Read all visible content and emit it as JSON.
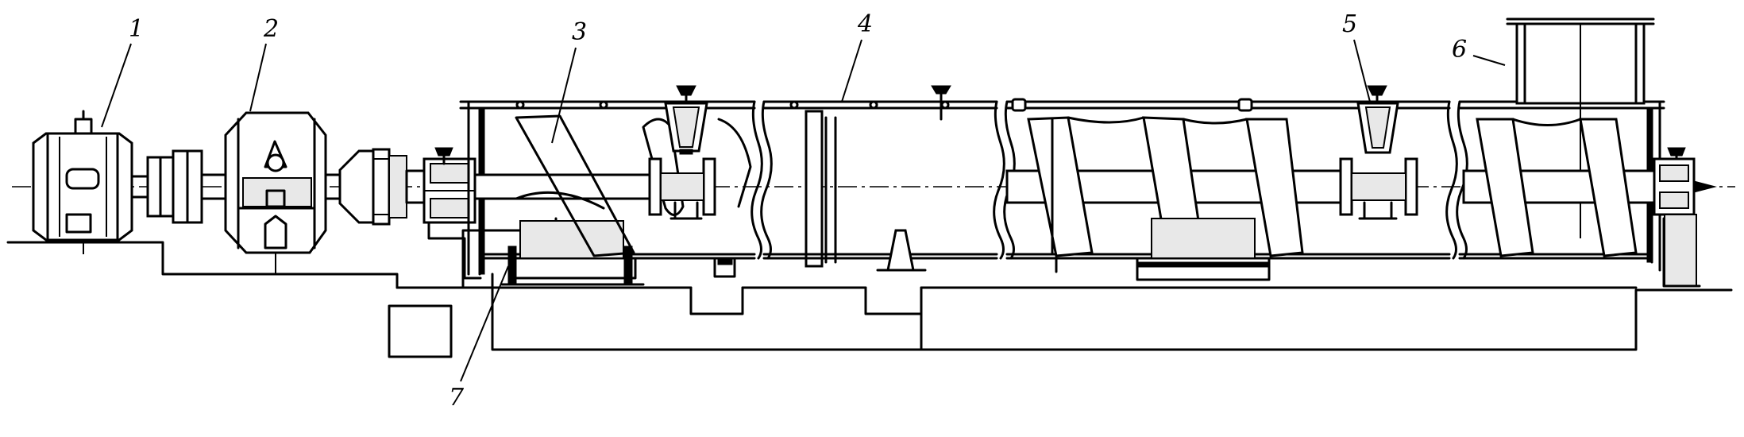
{
  "figure": {
    "labels": [
      {
        "id": "label-1",
        "text": "1"
      },
      {
        "id": "label-2",
        "text": "2"
      },
      {
        "id": "label-3",
        "text": "3"
      },
      {
        "id": "label-4",
        "text": "4"
      },
      {
        "id": "label-5",
        "text": "5"
      },
      {
        "id": "label-6",
        "text": "6"
      },
      {
        "id": "label-7",
        "text": "7"
      }
    ],
    "colors": {
      "line": "#000000",
      "background": "#ffffff",
      "fill": "#e8e8e8"
    }
  }
}
